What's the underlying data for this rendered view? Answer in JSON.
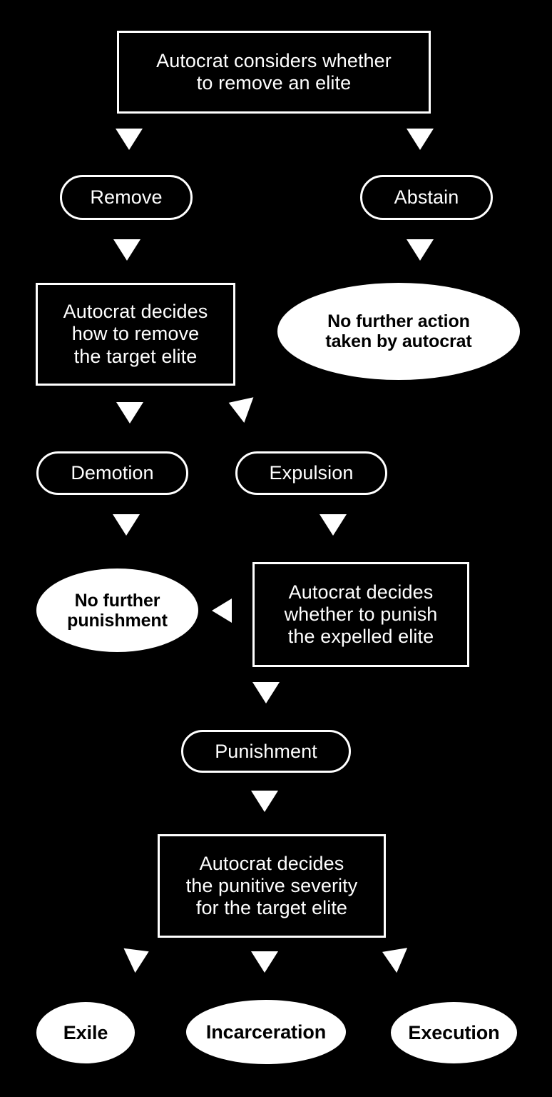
{
  "diagram": {
    "title": "Autocrat elite-removal decision flowchart",
    "background_color": "#000000",
    "stroke_color": "#ffffff",
    "terminal_fill_color": "#ffffff",
    "terminal_text_color": "#000000"
  },
  "nodes": {
    "root_decision": {
      "text": "Autocrat considers whether to remove an elite",
      "line1": "Autocrat considers whether",
      "line2": "to remove an elite",
      "shape": "rectangle"
    },
    "remove_choice": {
      "text": "Remove",
      "shape": "stadium"
    },
    "abstain_choice": {
      "text": "Abstain",
      "shape": "stadium"
    },
    "how_remove_decision": {
      "line1": "Autocrat decides",
      "line2": "how to remove",
      "line3": "the target elite",
      "shape": "rectangle"
    },
    "no_further_action": {
      "line1": "No further action",
      "line2": "taken by autocrat",
      "shape": "ellipse"
    },
    "demotion_choice": {
      "text": "Demotion",
      "shape": "stadium"
    },
    "expulsion_choice": {
      "text": "Expulsion",
      "shape": "stadium"
    },
    "no_further_punishment": {
      "line1": "No further",
      "line2": "punishment",
      "shape": "ellipse"
    },
    "punish_decision": {
      "line1": "Autocrat decides",
      "line2": "whether to punish",
      "line3": "the expelled elite",
      "shape": "rectangle"
    },
    "punishment_choice": {
      "text": "Punishment",
      "shape": "stadium"
    },
    "severity_decision": {
      "line1": "Autocrat decides",
      "line2": "the punitive severity",
      "line3": "for the target elite",
      "shape": "rectangle"
    },
    "exile_outcome": {
      "text": "Exile",
      "shape": "ellipse"
    },
    "incarceration_outcome": {
      "text": "Incarceration",
      "shape": "ellipse"
    },
    "execution_outcome": {
      "text": "Execution",
      "shape": "ellipse"
    }
  },
  "edges": [
    {
      "from": "root_decision",
      "to": "remove_choice",
      "marker": "arrow-down"
    },
    {
      "from": "root_decision",
      "to": "abstain_choice",
      "marker": "arrow-down"
    },
    {
      "from": "remove_choice",
      "to": "how_remove_decision",
      "marker": "arrow-down"
    },
    {
      "from": "abstain_choice",
      "to": "no_further_action",
      "marker": "arrow-down"
    },
    {
      "from": "how_remove_decision",
      "to": "demotion_choice",
      "marker": "arrow-down"
    },
    {
      "from": "how_remove_decision",
      "to": "expulsion_choice",
      "marker": "arrow-left"
    },
    {
      "from": "demotion_choice",
      "to": "no_further_punishment",
      "marker": "arrow-down"
    },
    {
      "from": "expulsion_choice",
      "to": "punish_decision",
      "marker": "arrow-down"
    },
    {
      "from": "punish_decision",
      "to": "no_further_punishment",
      "marker": "arrow-left"
    },
    {
      "from": "punish_decision",
      "to": "punishment_choice",
      "marker": "arrow-down"
    },
    {
      "from": "punishment_choice",
      "to": "severity_decision",
      "marker": "arrow-down"
    },
    {
      "from": "severity_decision",
      "to": "exile_outcome",
      "marker": "arrow-right-rotated"
    },
    {
      "from": "severity_decision",
      "to": "incarceration_outcome",
      "marker": "arrow-down"
    },
    {
      "from": "severity_decision",
      "to": "execution_outcome",
      "marker": "arrow-left-rotated"
    }
  ]
}
